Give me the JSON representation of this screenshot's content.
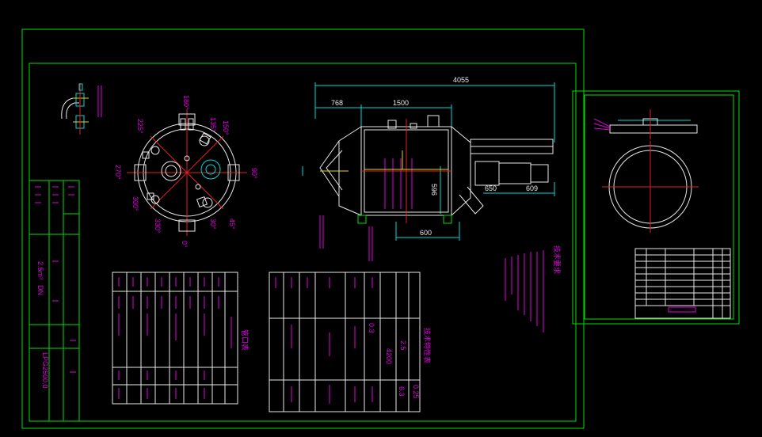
{
  "colors": {
    "background": "#000000",
    "frame": "#00e000",
    "outline": "#e8e8e8",
    "annotation": "#e000e0",
    "dimension": "#00d8d8",
    "centerline": "#e02020",
    "highlight": "#e0e000"
  },
  "title_block": {
    "drawing_no": "LPG2500.0",
    "title_line1": "2.5m³",
    "title_line2": "DN"
  },
  "front_view": {
    "dim_overall": "4055",
    "dim_left": "768",
    "dim_body": "1500",
    "dim_bottom": "600",
    "dim_nozzle_a": "650",
    "dim_nozzle_b": "609",
    "dim_vert_1": "596"
  },
  "plan_view": {
    "angle_labels": [
      "180°",
      "135°",
      "150°",
      "225°",
      "270°",
      "90°",
      "300°",
      "330°",
      "45°",
      "30°",
      "0°"
    ]
  },
  "nozzle_table": {
    "label": "管口表"
  },
  "design_table": {
    "label": "技术特性表",
    "values": [
      "2.5",
      "0.25",
      "4200",
      "0.3",
      "6.3"
    ]
  },
  "notes": {
    "label": "技术要求"
  }
}
